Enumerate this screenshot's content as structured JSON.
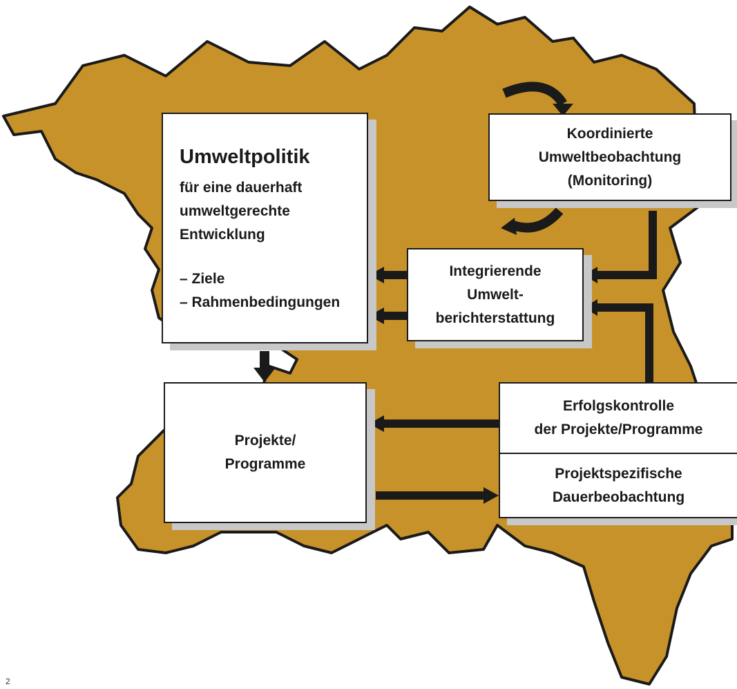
{
  "colors": {
    "map_fill": "#c8922a",
    "map_outline": "#1a1a1a",
    "box_border": "#1a1a1a",
    "box_shadow": "#c8c8c8",
    "arrow": "#1a1a1a"
  },
  "policy": {
    "title": "Umweltpolitik",
    "lines": [
      "für eine dauerhaft",
      "umweltgerechte",
      "Entwicklung"
    ],
    "bullets": [
      "– Ziele",
      "– Rahmenbedingungen"
    ]
  },
  "monitoring": {
    "lines": [
      "Koordinierte",
      "Umweltbeobachtung",
      "(Monitoring)"
    ]
  },
  "reporting": {
    "lines": [
      "Integrierende",
      "Umwelt-",
      "berichterstattung"
    ]
  },
  "projects": {
    "lines": [
      "Projekte/",
      "Programme"
    ]
  },
  "success_control": {
    "lines": [
      "Erfolgskontrolle",
      "der Projekte/Programme"
    ]
  },
  "longterm": {
    "lines": [
      "Projektspezifische",
      "Dauerbeobachtung"
    ]
  },
  "page_number": "2"
}
